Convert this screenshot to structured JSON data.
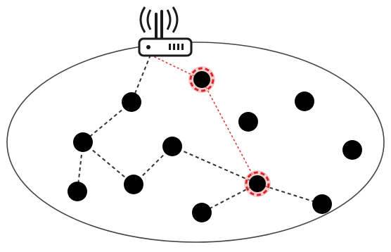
{
  "diagram": {
    "gateway": {
      "icon": "wifi-router-icon",
      "antenna_icon": "wireless-signal-icon"
    },
    "nodes": [
      {
        "id": "n1",
        "kind": "normal"
      },
      {
        "id": "n2",
        "kind": "normal"
      },
      {
        "id": "n3",
        "kind": "normal"
      },
      {
        "id": "n4",
        "kind": "normal"
      },
      {
        "id": "n5",
        "kind": "normal"
      },
      {
        "id": "n6",
        "kind": "normal"
      },
      {
        "id": "n7",
        "kind": "normal"
      },
      {
        "id": "n8",
        "kind": "normal"
      },
      {
        "id": "n9",
        "kind": "normal"
      },
      {
        "id": "n10",
        "kind": "normal"
      },
      {
        "id": "n11",
        "kind": "normal"
      },
      {
        "id": "c1",
        "kind": "compromised"
      },
      {
        "id": "c2",
        "kind": "compromised"
      }
    ],
    "links": [
      {
        "from": "router",
        "to": "n1",
        "style": "normal"
      },
      {
        "from": "n1",
        "to": "n2",
        "style": "normal"
      },
      {
        "from": "n2",
        "to": "n3",
        "style": "normal"
      },
      {
        "from": "n2",
        "to": "n4",
        "style": "normal"
      },
      {
        "from": "n4",
        "to": "n5",
        "style": "normal"
      },
      {
        "from": "n5",
        "to": "c2",
        "style": "normal"
      },
      {
        "from": "c2",
        "to": "n6",
        "style": "normal"
      },
      {
        "from": "c2",
        "to": "n7",
        "style": "normal"
      },
      {
        "from": "router",
        "to": "c1",
        "style": "compromised"
      },
      {
        "from": "c1",
        "to": "c2",
        "style": "compromised"
      }
    ],
    "colors": {
      "node": "#000000",
      "normal_link": "#333333",
      "compromised_link": "#e23b3b",
      "compromised_ring": "#d8262b",
      "compromised_glow": "#f2a3a3",
      "boundary": "#444444",
      "router_body": "#ffffff",
      "router_outline": "#1a1a1a"
    }
  }
}
